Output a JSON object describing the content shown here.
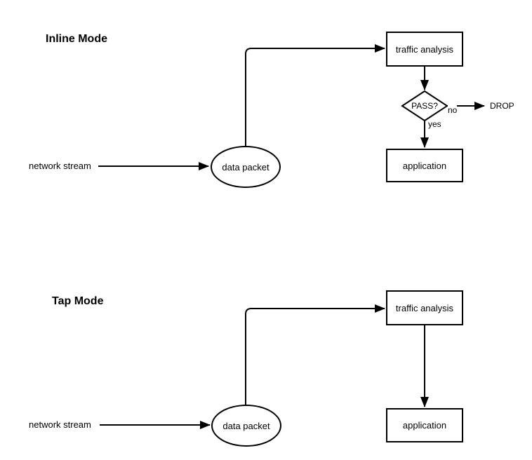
{
  "inline_mode": {
    "title": "Inline Mode",
    "network_stream_label": "network stream",
    "data_packet_label": "data packet",
    "traffic_analysis_label": "traffic analysis",
    "decision_label": "PASS?",
    "no_label": "no",
    "yes_label": "yes",
    "drop_label": "DROP",
    "application_label": "application"
  },
  "tap_mode": {
    "title": "Tap Mode",
    "network_stream_label": "network stream",
    "data_packet_label": "data packet",
    "traffic_analysis_label": "traffic analysis",
    "application_label": "application"
  },
  "colors": {
    "stroke": "#000000",
    "background": "#ffffff"
  }
}
